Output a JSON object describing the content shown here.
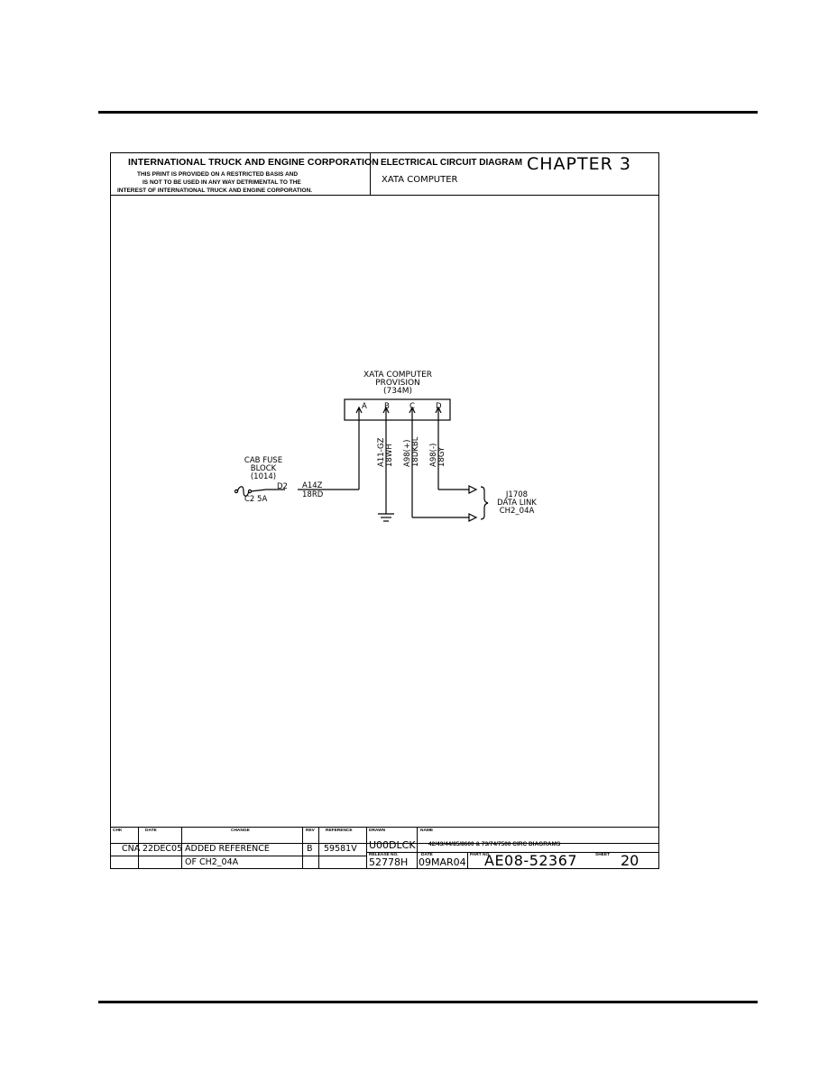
{
  "header": {
    "company": "INTERNATIONAL TRUCK AND ENGINE CORPORATION",
    "notice_line1": "THIS PRINT IS PROVIDED ON A RESTRICTED BASIS AND",
    "notice_line2": "IS NOT TO BE USED IN ANY WAY DETRIMENTAL TO THE",
    "notice_line3": "INTEREST OF INTERNATIONAL TRUCK AND ENGINE CORPORATION.",
    "diagram_type": "ELECTRICAL CIRCUIT DIAGRAM",
    "chapter": "CHAPTER  3",
    "subject": "XATA COMPUTER"
  },
  "diagram": {
    "connector_title1": "XATA COMPUTER",
    "connector_title2": "PROVISION",
    "connector_title3": "(734M)",
    "pins": [
      "A",
      "B",
      "C",
      "D"
    ],
    "fuse_block_line1": "CAB FUSE",
    "fuse_block_line2": "BLOCK",
    "fuse_block_line3": "(1014)",
    "fuse_pin": "D2",
    "fuse_label": "C2  5A",
    "wire_a_id": "A14Z",
    "wire_a_spec": "18RD",
    "wire_b_id": "A11-GZ",
    "wire_b_spec": "18WH",
    "wire_c_id": "A98(+)",
    "wire_c_spec": "18DKBL",
    "wire_d_id": "A98(-)",
    "wire_d_spec": "18GY",
    "datalink_line1": "J1708",
    "datalink_line2": "DATA LINK",
    "datalink_line3": "CH2_04A"
  },
  "title_block": {
    "hdr_chk": "CHK",
    "hdr_date": "DATE",
    "hdr_change": "CHANGE",
    "hdr_rev": "REV",
    "hdr_reference": "REFERENCE",
    "hdr_drawn": "DRAWN",
    "hdr_name": "NAME",
    "chk": "CNA",
    "date": "22DEC05",
    "change_line1": "ADDED REFERENCE",
    "change_line2": "OF CH2_04A",
    "rev": "B",
    "reference": "59581V",
    "drawn": "U00DLCK",
    "name": "42/43/44/85/8600 & 73/74/7500 CIRC DIAGRAMS",
    "hdr_release": "RELEASE NO.",
    "release": "52778H",
    "hdr_date2": "DATE",
    "date2": "09MAR04",
    "hdr_part": "PART NO.",
    "part": "AE08-52367",
    "hdr_sheet": "SHEET",
    "sheet": "20"
  }
}
